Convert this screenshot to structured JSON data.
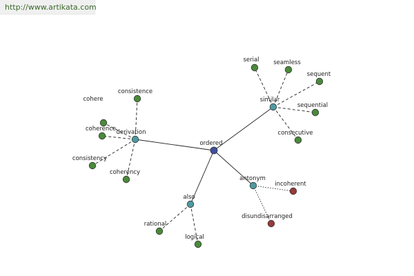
{
  "header": {
    "url": "http://www.artikata.com"
  },
  "graph": {
    "center": {
      "label": "ordered",
      "color": "#3f4fa0"
    },
    "relations": [
      {
        "label": "derivation",
        "color": "#4d9aa0",
        "children": [
          {
            "label": "cohere",
            "color": "#4a8a3a"
          },
          {
            "label": "consistence",
            "color": "#4a8a3a"
          },
          {
            "label": "coherence",
            "color": "#4a8a3a"
          },
          {
            "label": "consistency",
            "color": "#4a8a3a"
          },
          {
            "label": "coherency",
            "color": "#4a8a3a"
          }
        ]
      },
      {
        "label": "similar",
        "color": "#4d9aa0",
        "children": [
          {
            "label": "serial",
            "color": "#4a8a3a"
          },
          {
            "label": "seamless",
            "color": "#4a8a3a"
          },
          {
            "label": "sequent",
            "color": "#4a8a3a"
          },
          {
            "label": "sequential",
            "color": "#4a8a3a"
          },
          {
            "label": "consecutive",
            "color": "#4a8a3a"
          }
        ]
      },
      {
        "label": "also",
        "color": "#4d9aa0",
        "children": [
          {
            "label": "rational",
            "color": "#4a8a3a"
          },
          {
            "label": "logical",
            "color": "#4a8a3a"
          }
        ]
      },
      {
        "label": "antonym",
        "color": "#4d9aa0",
        "children": [
          {
            "label": "incoherent",
            "color": "#9a3a3a"
          },
          {
            "label": "disundisarranged",
            "color": "#9a3a3a"
          }
        ]
      }
    ]
  }
}
